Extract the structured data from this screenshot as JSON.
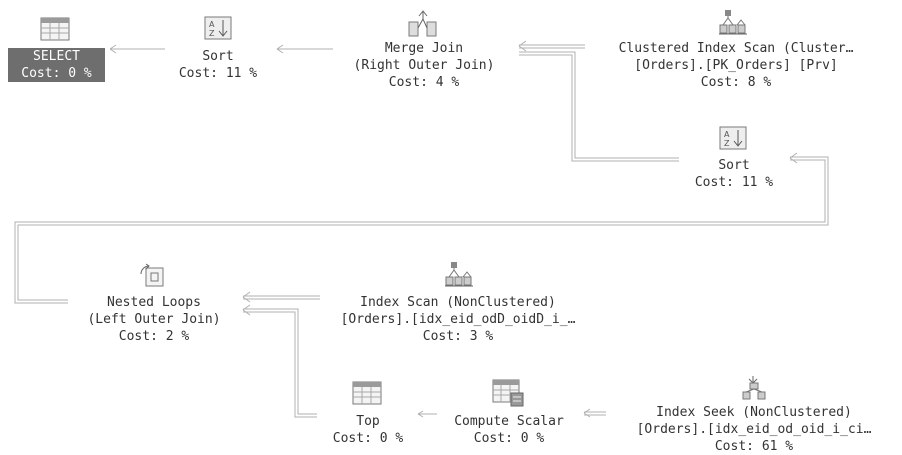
{
  "plan": {
    "nodes": [
      {
        "id": "select",
        "icon": "select-icon",
        "lines": [
          "SELECT",
          "Cost: 0 %"
        ],
        "selected": true
      },
      {
        "id": "sort1",
        "icon": "sort-icon",
        "lines": [
          "Sort",
          "Cost: 11 %"
        ]
      },
      {
        "id": "merge-join",
        "icon": "merge-join-icon",
        "lines": [
          "Merge Join",
          "(Right Outer Join)",
          "Cost: 4 %"
        ]
      },
      {
        "id": "clustered-scan",
        "icon": "clustered-index-scan-icon",
        "lines": [
          "Clustered Index Scan (Cluster…",
          "[Orders].[PK_Orders] [Prv]",
          "Cost: 8 %"
        ]
      },
      {
        "id": "sort2",
        "icon": "sort-icon",
        "lines": [
          "Sort",
          "Cost: 11 %"
        ]
      },
      {
        "id": "nested-loops",
        "icon": "nested-loops-icon",
        "lines": [
          "Nested Loops",
          "(Left Outer Join)",
          "Cost: 2 %"
        ]
      },
      {
        "id": "index-scan",
        "icon": "index-scan-icon",
        "lines": [
          "Index Scan (NonClustered)",
          "[Orders].[idx_eid_odD_oidD_i_…",
          "Cost: 3 %"
        ]
      },
      {
        "id": "top",
        "icon": "top-icon",
        "lines": [
          "Top",
          "Cost: 0 %"
        ]
      },
      {
        "id": "compute-scalar",
        "icon": "compute-scalar-icon",
        "lines": [
          "Compute Scalar",
          "Cost: 0 %"
        ]
      },
      {
        "id": "index-seek",
        "icon": "index-seek-icon",
        "lines": [
          "Index Seek (NonClustered)",
          "[Orders].[idx_eid_od_oid_i_ci…",
          "Cost: 61 %"
        ]
      }
    ],
    "colors": {
      "selected_bg": "#6e6e6e",
      "arrow": "#9a9a9a",
      "icon": "#7a7a7a"
    }
  }
}
